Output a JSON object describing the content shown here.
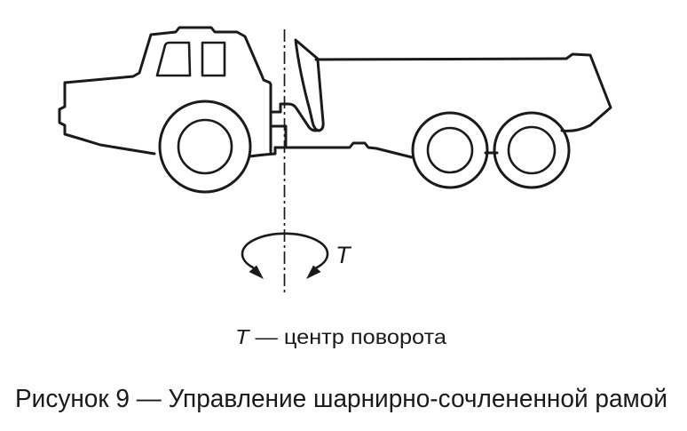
{
  "figure": {
    "pivot_symbol": "T",
    "legend": {
      "symbol": "T",
      "text": " — центр поворота"
    },
    "caption": "Рисунок 9 — Управление шарнирно-сочлененной рамой",
    "colors": {
      "line": "#1a1a1a",
      "background": "#ffffff"
    }
  }
}
